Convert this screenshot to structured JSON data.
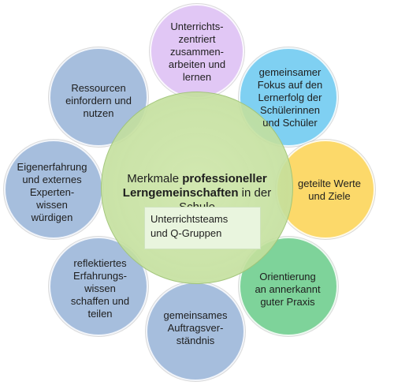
{
  "diagram": {
    "center": {
      "title_prefix": "Merkmale ",
      "title_bold": "professioneller Lerngemeinschaften",
      "title_suffix": " in der Schule",
      "subbox": "Unterrichtsteams\nund Q-Gruppen",
      "color": "#cfe6ab"
    },
    "nodes": [
      {
        "id": "top",
        "label": "Unterrichts-\nzentriert\nzusammen-\narbeiten und\nlernen",
        "color": "#e1c7f5"
      },
      {
        "id": "top-right",
        "label": "gemeinsamer\nFokus auf den\nLernerfolg der\nSchülerinnen\nund Schüler",
        "color": "#7fd0f2"
      },
      {
        "id": "right",
        "label": "geteilte Werte\nund Ziele",
        "color": "#fcd96a"
      },
      {
        "id": "bottom-right",
        "label": "Orientierung\nan annerkannt\nguter Praxis",
        "color": "#7ed39a"
      },
      {
        "id": "bottom",
        "label": "gemeinsames\nAuftragsver-\nständnis",
        "color": "#a6bedd"
      },
      {
        "id": "bottom-left",
        "label": "reflektiertes\nErfahrungs-\nwissen\nschaffen und\nteilen",
        "color": "#a6bedd"
      },
      {
        "id": "left",
        "label": "Eigenerfahrung\nund externes\nExperten-\nwissen\nwürdigen",
        "color": "#a6bedd"
      },
      {
        "id": "top-left",
        "label": "Ressourcen\neinfordern und\nnutzen",
        "color": "#a6bedd"
      }
    ]
  }
}
